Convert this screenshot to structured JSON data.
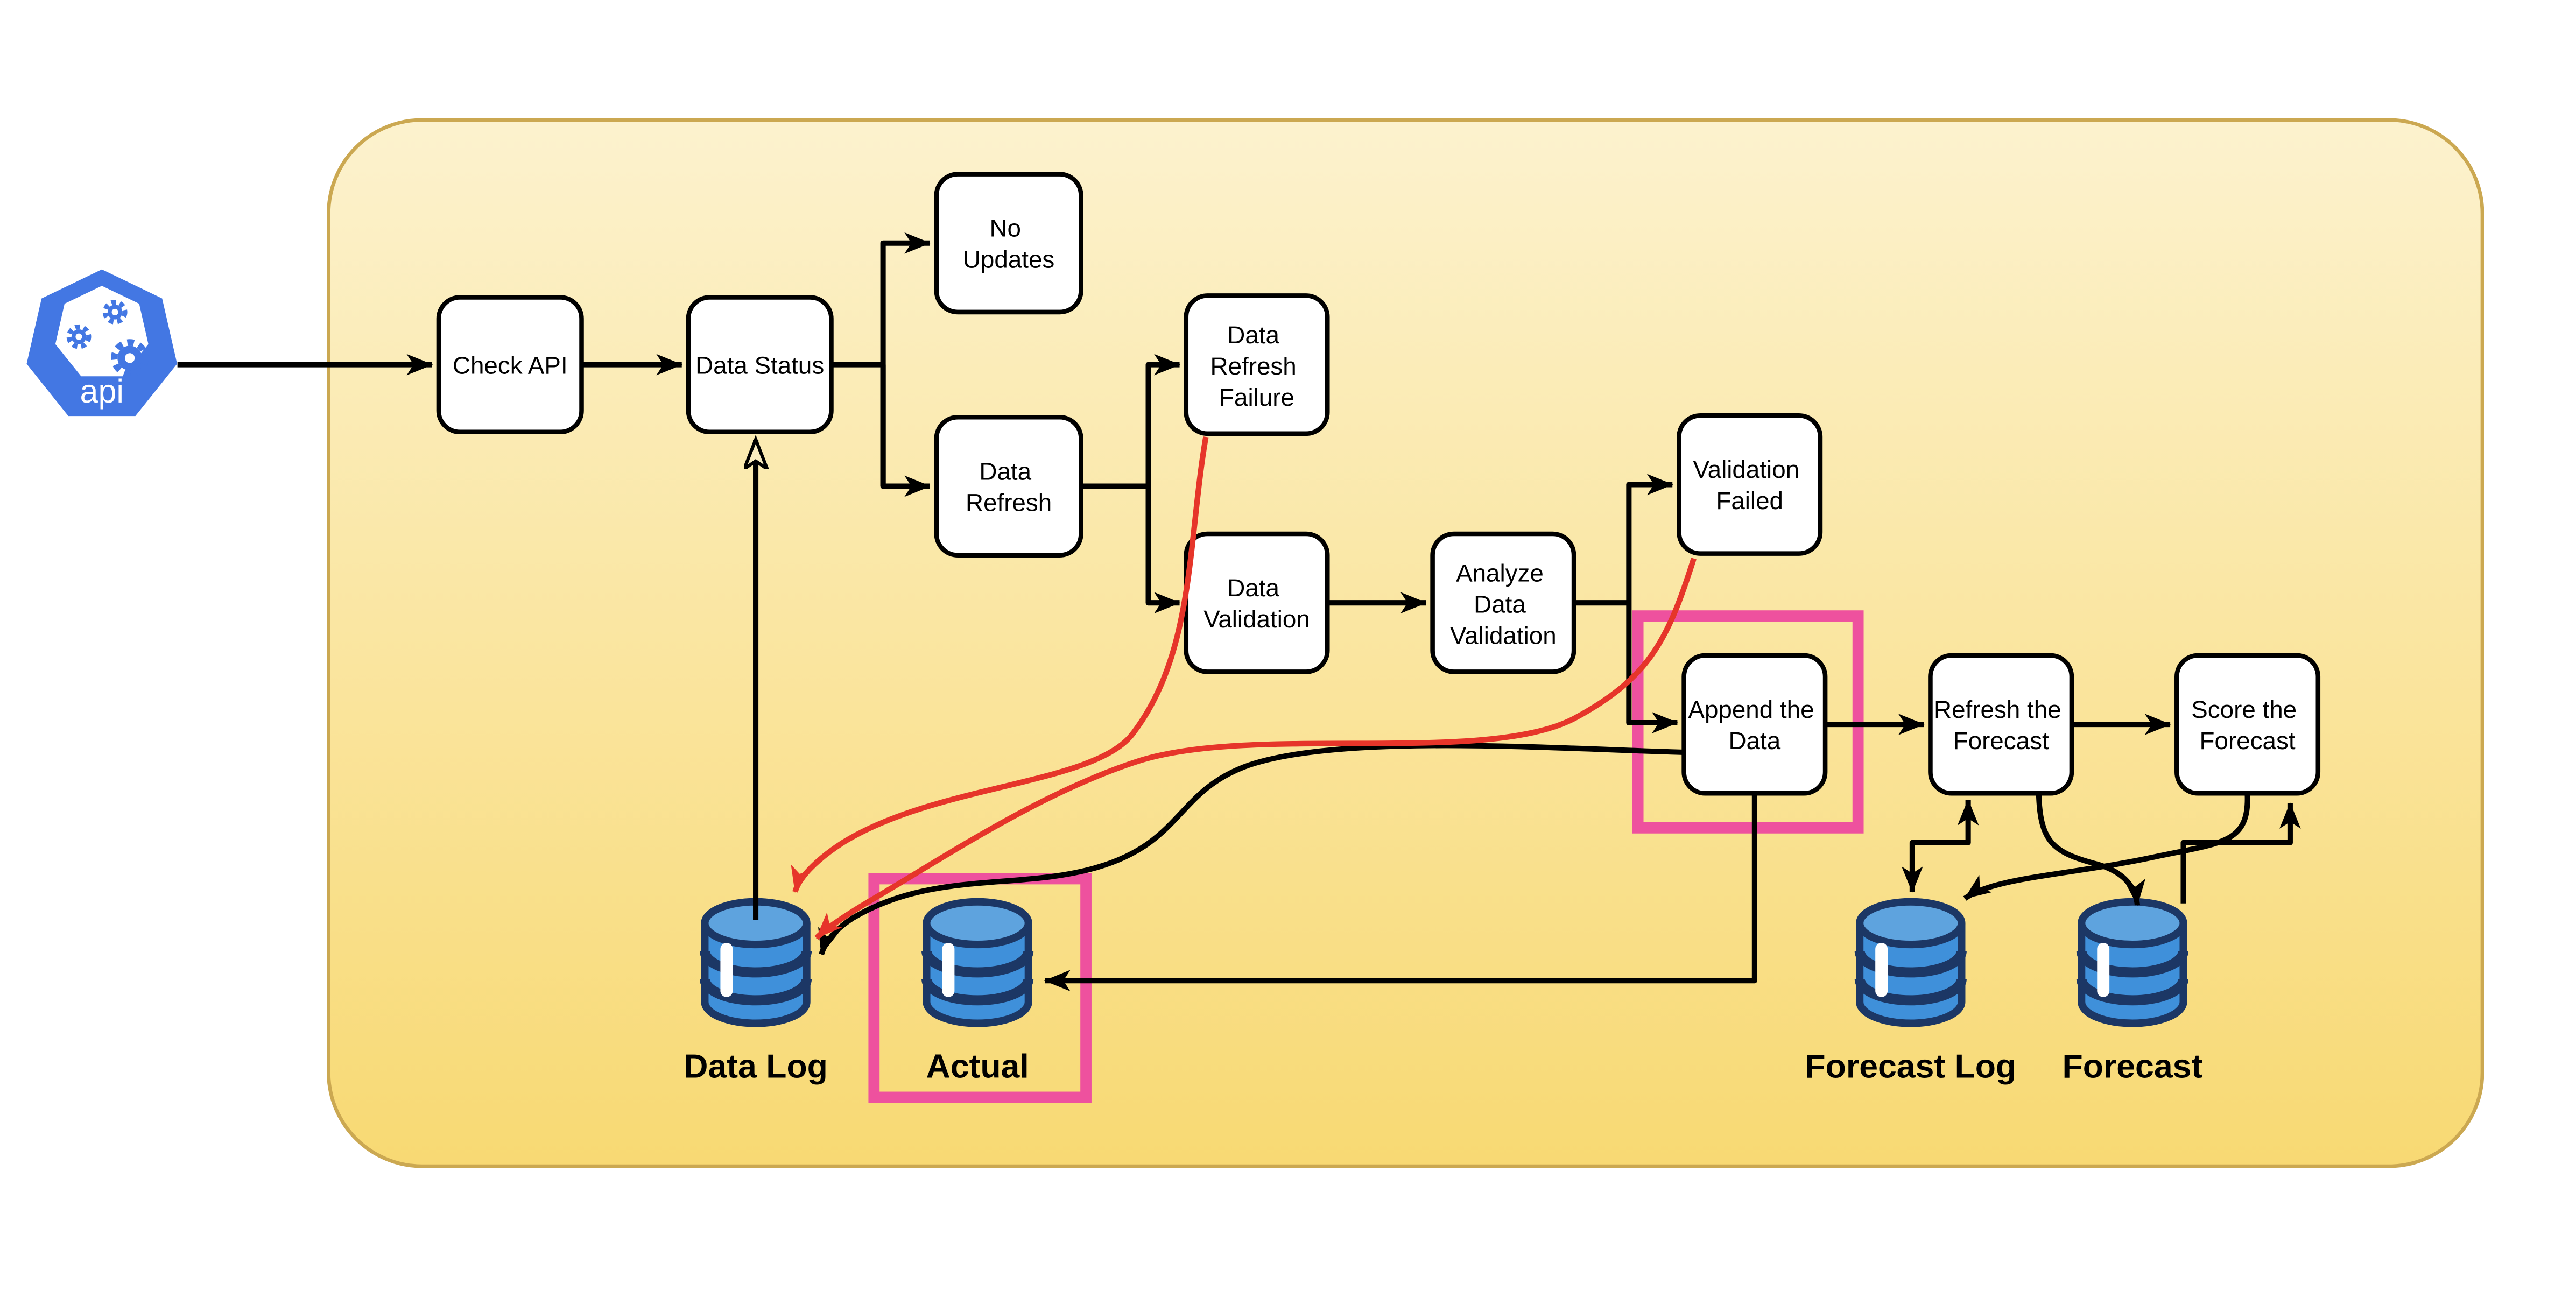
{
  "title": "Forecast data pipeline flowchart",
  "colors": {
    "container_top": "#FCF2CE",
    "container_bottom": "#F8D973",
    "container_border": "#CBA851",
    "node_fill": "#FFFFFF",
    "node_border": "#000000",
    "text_color": "#000000",
    "arrow_black": "#000000",
    "arrow_red": "#E6352A",
    "highlight_pink": "#EE519E",
    "db_outline": "#1C3765",
    "db_body": "#3F90DA",
    "db_top": "#5EA3DE",
    "db_highlight": "#FFFFFF",
    "api_blue": "#4377E3"
  },
  "api_icon": {
    "label": "api"
  },
  "nodes": {
    "check_api": {
      "lines": [
        "Check API"
      ]
    },
    "data_status": {
      "lines": [
        "Data Status"
      ]
    },
    "no_updates": {
      "lines": [
        "No",
        "Updates"
      ]
    },
    "data_refresh": {
      "lines": [
        "Data",
        "Refresh"
      ]
    },
    "data_refresh_failure": {
      "lines": [
        "Data",
        "Refresh",
        "Failure"
      ]
    },
    "data_validation": {
      "lines": [
        "Data",
        "Validation"
      ]
    },
    "analyze_data_validation": {
      "lines": [
        "Analyze",
        "Data",
        "Validation"
      ]
    },
    "validation_failed": {
      "lines": [
        "Validation",
        "Failed"
      ]
    },
    "append_the_data": {
      "lines": [
        "Append the",
        "Data"
      ]
    },
    "refresh_the_forecast": {
      "lines": [
        "Refresh the",
        "Forecast"
      ]
    },
    "score_the_forecast": {
      "lines": [
        "Score the",
        "Forecast"
      ]
    }
  },
  "databases": {
    "data_log": {
      "label": "Data Log"
    },
    "actual": {
      "label": "Actual"
    },
    "forecast_log": {
      "label": "Forecast Log"
    },
    "forecast": {
      "label": "Forecast"
    }
  },
  "highlights": [
    {
      "target": "append_the_data",
      "color": "#EE519E"
    },
    {
      "target": "actual",
      "color": "#EE519E"
    }
  ],
  "edges": [
    {
      "from": "api",
      "to": "check_api",
      "color": "black"
    },
    {
      "from": "check_api",
      "to": "data_status",
      "color": "black"
    },
    {
      "from": "data_status",
      "to": "no_updates",
      "color": "black"
    },
    {
      "from": "data_status",
      "to": "data_refresh",
      "color": "black"
    },
    {
      "from": "data_refresh",
      "to": "data_refresh_failure",
      "color": "black"
    },
    {
      "from": "data_refresh",
      "to": "data_validation",
      "color": "black"
    },
    {
      "from": "data_validation",
      "to": "analyze_data_validation",
      "color": "black"
    },
    {
      "from": "analyze_data_validation",
      "to": "validation_failed",
      "color": "black"
    },
    {
      "from": "analyze_data_validation",
      "to": "append_the_data",
      "color": "black"
    },
    {
      "from": "append_the_data",
      "to": "refresh_the_forecast",
      "color": "black"
    },
    {
      "from": "refresh_the_forecast",
      "to": "score_the_forecast",
      "color": "black"
    },
    {
      "from": "data_log",
      "to": "data_status",
      "color": "black",
      "style": "open-arrow"
    },
    {
      "from": "data_refresh_failure",
      "to": "data_log",
      "color": "red"
    },
    {
      "from": "validation_failed",
      "to": "data_log",
      "color": "red"
    },
    {
      "from": "append_the_data",
      "to": "data_log",
      "color": "black"
    },
    {
      "from": "append_the_data",
      "to": "actual",
      "color": "black"
    },
    {
      "from": "refresh_the_forecast",
      "to": "forecast_log",
      "color": "black",
      "bidirectional": true
    },
    {
      "from": "refresh_the_forecast",
      "to": "forecast",
      "color": "black"
    },
    {
      "from": "score_the_forecast",
      "to": "forecast_log",
      "color": "black"
    },
    {
      "from": "forecast",
      "to": "score_the_forecast",
      "color": "black"
    }
  ]
}
